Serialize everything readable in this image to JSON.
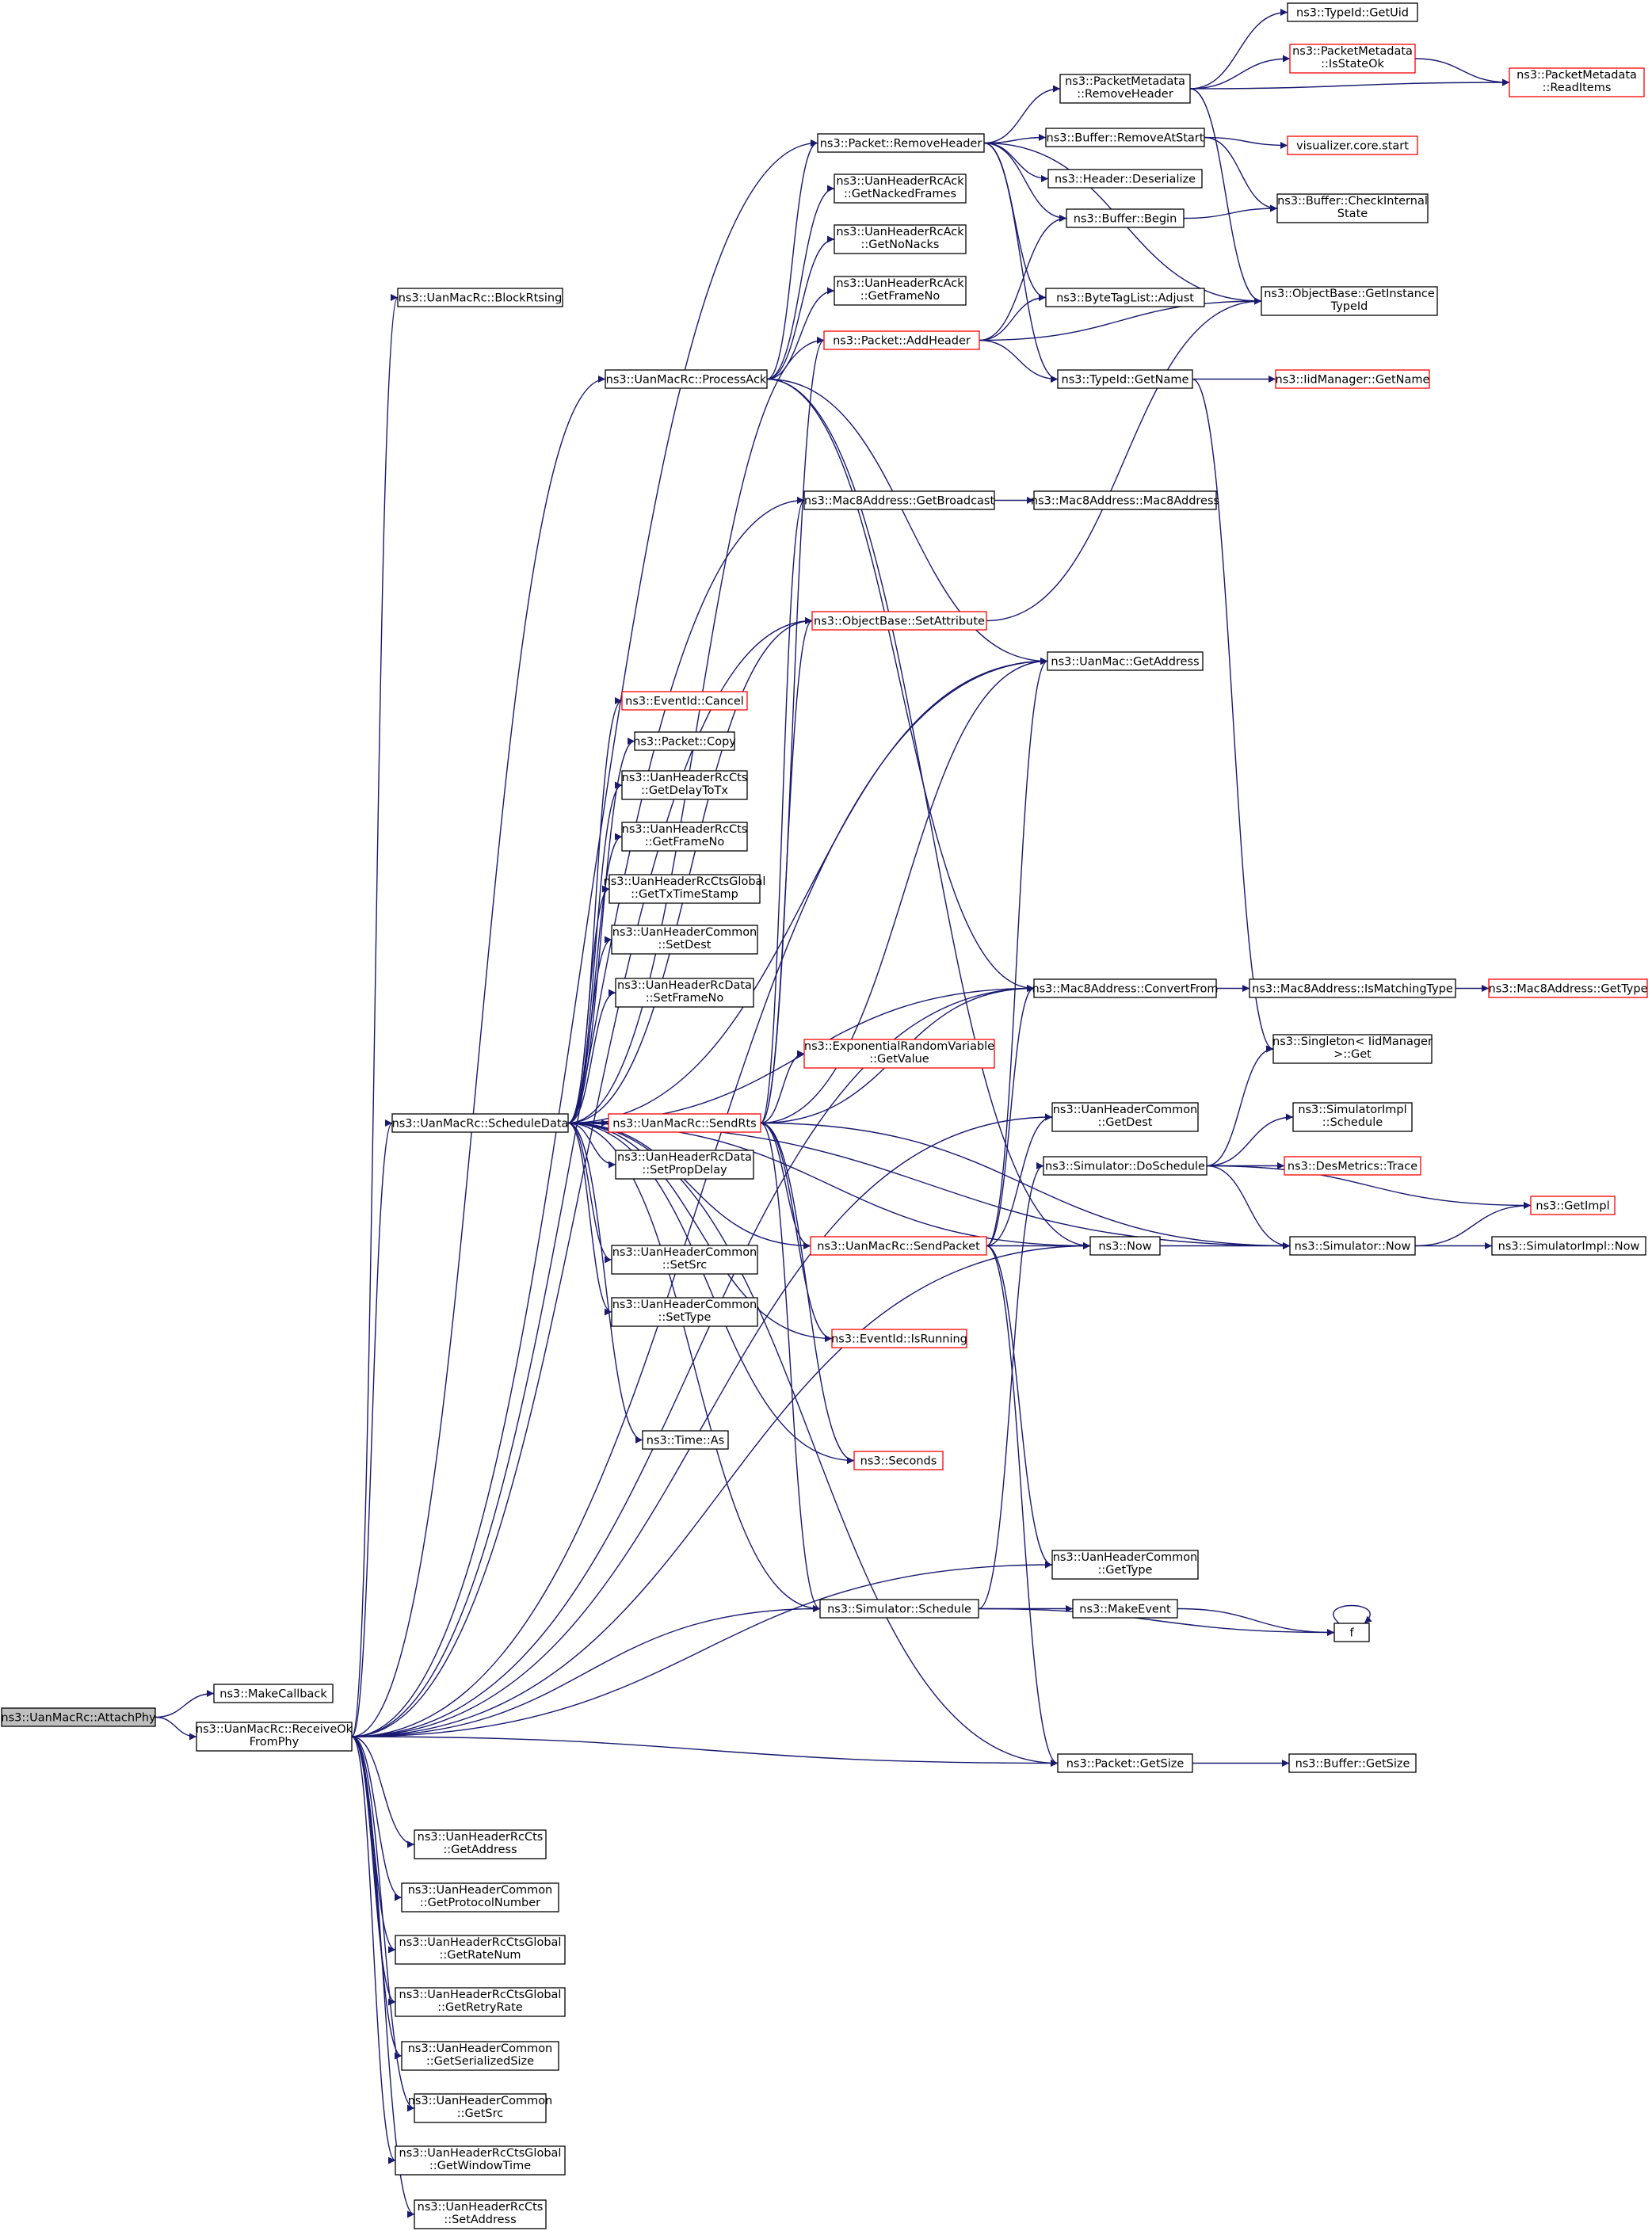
{
  "colors": {
    "edge": "#191970",
    "node_border": "#000000",
    "truncated_border": "#ff0000",
    "root_fill": "#bfbfbf",
    "background": "#ffffff"
  },
  "nodes": {
    "attachphy": [
      "ns3::UanMacRc::AttachPhy"
    ],
    "makecallback": [
      "ns3::MakeCallback"
    ],
    "receiveok": [
      "ns3::UanMacRc::ReceiveOk",
      "FromPhy"
    ],
    "blockrtsing": [
      "ns3::UanMacRc::BlockRtsing"
    ],
    "processack": [
      "ns3::UanMacRc::ProcessAck"
    ],
    "scheduledata": [
      "ns3::UanMacRc::ScheduleData"
    ],
    "removeheader": [
      "ns3::Packet::RemoveHeader"
    ],
    "getnackedframes": [
      "ns3::UanHeaderRcAck",
      "::GetNackedFrames"
    ],
    "getnonacks": [
      "ns3::UanHeaderRcAck",
      "::GetNoNacks"
    ],
    "getframenoack": [
      "ns3::UanHeaderRcAck",
      "::GetFrameNo"
    ],
    "addheader": [
      "ns3::Packet::AddHeader"
    ],
    "getbroadcast": [
      "ns3::Mac8Address::GetBroadcast"
    ],
    "setattribute": [
      "ns3::ObjectBase::SetAttribute"
    ],
    "cancel": [
      "ns3::EventId::Cancel"
    ],
    "copy": [
      "ns3::Packet::Copy"
    ],
    "getdelaytotx": [
      "ns3::UanHeaderRcCts",
      "::GetDelayToTx"
    ],
    "getframenocts": [
      "ns3::UanHeaderRcCts",
      "::GetFrameNo"
    ],
    "gettxtimestamp": [
      "ns3::UanHeaderRcCtsGlobal",
      "::GetTxTimeStamp"
    ],
    "setdest": [
      "ns3::UanHeaderCommon",
      "::SetDest"
    ],
    "setframeno": [
      "ns3::UanHeaderRcData",
      "::SetFrameNo"
    ],
    "getvalue": [
      "ns3::ExponentialRandomVariable",
      "::GetValue"
    ],
    "sendrts": [
      "ns3::UanMacRc::SendRts"
    ],
    "setpropdelay": [
      "ns3::UanHeaderRcData",
      "::SetPropDelay"
    ],
    "sendpacket": [
      "ns3::UanMacRc::SendPacket"
    ],
    "setsrc": [
      "ns3::UanHeaderCommon",
      "::SetSrc"
    ],
    "settype": [
      "ns3::UanHeaderCommon",
      "::SetType"
    ],
    "isrunning": [
      "ns3::EventId::IsRunning"
    ],
    "timeas": [
      "ns3::Time::As"
    ],
    "seconds": [
      "ns3::Seconds"
    ],
    "simschedule": [
      "ns3::Simulator::Schedule"
    ],
    "pmremoveheader": [
      "ns3::PacketMetadata",
      "::RemoveHeader"
    ],
    "bufremoveatstart": [
      "ns3::Buffer::RemoveAtStart"
    ],
    "hdrdeserialize": [
      "ns3::Header::Deserialize"
    ],
    "bufbegin": [
      "ns3::Buffer::Begin"
    ],
    "bytetagadjust": [
      "ns3::ByteTagList::Adjust"
    ],
    "typeidgetname": [
      "ns3::TypeId::GetName"
    ],
    "mac8addr": [
      "ns3::Mac8Address::Mac8Address"
    ],
    "uanmacgetaddress": [
      "ns3::UanMac::GetAddress"
    ],
    "convertfrom": [
      "ns3::Mac8Address::ConvertFrom"
    ],
    "getdest": [
      "ns3::UanHeaderCommon",
      "::GetDest"
    ],
    "doschedule": [
      "ns3::Simulator::DoSchedule"
    ],
    "now": [
      "ns3::Now"
    ],
    "gettype": [
      "ns3::UanHeaderCommon",
      "::GetType"
    ],
    "makeevent": [
      "ns3::MakeEvent"
    ],
    "getsize": [
      "ns3::Packet::GetSize"
    ],
    "getuid": [
      "ns3::TypeId::GetUid"
    ],
    "isstateok": [
      "ns3::PacketMetadata",
      "::IsStateOk"
    ],
    "readitems": [
      "ns3::PacketMetadata",
      "::ReadItems"
    ],
    "vizstart": [
      "visualizer.core.start"
    ],
    "checkinternal": [
      "ns3::Buffer::CheckInternal",
      "State"
    ],
    "getinstancetypeid": [
      "ns3::ObjectBase::GetInstance",
      "TypeId"
    ],
    "iidgetname": [
      "ns3::IidManager::GetName"
    ],
    "ismatchingtype": [
      "ns3::Mac8Address::IsMatchingType"
    ],
    "singletonget": [
      "ns3::Singleton< IidManager",
      " >::Get"
    ],
    "simimplschedule": [
      "ns3::SimulatorImpl",
      "::Schedule"
    ],
    "desmetrics": [
      "ns3::DesMetrics::Trace"
    ],
    "simnow": [
      "ns3::Simulator::Now"
    ],
    "f": [
      "f"
    ],
    "bufgetsize": [
      "ns3::Buffer::GetSize"
    ],
    "mac8gettype": [
      "ns3::Mac8Address::GetType"
    ],
    "getimpl": [
      "ns3::GetImpl"
    ],
    "simimplnow": [
      "ns3::SimulatorImpl::Now"
    ],
    "ctsgetaddress": [
      "ns3::UanHeaderRcCts",
      "::GetAddress"
    ],
    "getprotocolnumber": [
      "ns3::UanHeaderCommon",
      "::GetProtocolNumber"
    ],
    "getratenum": [
      "ns3::UanHeaderRcCtsGlobal",
      "::GetRateNum"
    ],
    "getretryrate": [
      "ns3::UanHeaderRcCtsGlobal",
      "::GetRetryRate"
    ],
    "getserializedsize": [
      "ns3::UanHeaderCommon",
      "::GetSerializedSize"
    ],
    "getsrc": [
      "ns3::UanHeaderCommon",
      "::GetSrc"
    ],
    "getwindowtime": [
      "ns3::UanHeaderRcCtsGlobal",
      "::GetWindowTime"
    ],
    "ctssetaddress": [
      "ns3::UanHeaderRcCts",
      "::SetAddress"
    ]
  },
  "edges": [
    [
      "attachphy",
      "makecallback"
    ],
    [
      "attachphy",
      "receiveok"
    ],
    [
      "receiveok",
      "blockrtsing"
    ],
    [
      "receiveok",
      "processack"
    ],
    [
      "receiveok",
      "removeheader"
    ],
    [
      "receiveok",
      "getbroadcast"
    ],
    [
      "receiveok",
      "setattribute"
    ],
    [
      "receiveok",
      "uanmacgetaddress"
    ],
    [
      "receiveok",
      "convertfrom"
    ],
    [
      "receiveok",
      "scheduledata"
    ],
    [
      "receiveok",
      "simschedule"
    ],
    [
      "receiveok",
      "getdest"
    ],
    [
      "receiveok",
      "now"
    ],
    [
      "receiveok",
      "gettype"
    ],
    [
      "receiveok",
      "getsize"
    ],
    [
      "receiveok",
      "ctsgetaddress"
    ],
    [
      "receiveok",
      "getprotocolnumber"
    ],
    [
      "receiveok",
      "getratenum"
    ],
    [
      "receiveok",
      "getretryrate"
    ],
    [
      "receiveok",
      "getserializedsize"
    ],
    [
      "receiveok",
      "getsrc"
    ],
    [
      "receiveok",
      "getwindowtime"
    ],
    [
      "receiveok",
      "ctssetaddress"
    ],
    [
      "processack",
      "removeheader"
    ],
    [
      "processack",
      "getnackedframes"
    ],
    [
      "processack",
      "getnonacks"
    ],
    [
      "processack",
      "getframenoack"
    ],
    [
      "processack",
      "uanmacgetaddress"
    ],
    [
      "processack",
      "convertfrom"
    ],
    [
      "processack",
      "now"
    ],
    [
      "scheduledata",
      "addheader"
    ],
    [
      "scheduledata",
      "setattribute"
    ],
    [
      "scheduledata",
      "uanmacgetaddress"
    ],
    [
      "scheduledata",
      "cancel"
    ],
    [
      "scheduledata",
      "copy"
    ],
    [
      "scheduledata",
      "getdelaytotx"
    ],
    [
      "scheduledata",
      "getframenocts"
    ],
    [
      "scheduledata",
      "gettxtimestamp"
    ],
    [
      "scheduledata",
      "setdest"
    ],
    [
      "scheduledata",
      "convertfrom"
    ],
    [
      "scheduledata",
      "setframeno"
    ],
    [
      "scheduledata",
      "sendrts"
    ],
    [
      "scheduledata",
      "setpropdelay"
    ],
    [
      "scheduledata",
      "sendpacket"
    ],
    [
      "scheduledata",
      "setsrc"
    ],
    [
      "scheduledata",
      "settype"
    ],
    [
      "scheduledata",
      "isrunning"
    ],
    [
      "scheduledata",
      "now"
    ],
    [
      "scheduledata",
      "timeas"
    ],
    [
      "scheduledata",
      "seconds"
    ],
    [
      "scheduledata",
      "simnow"
    ],
    [
      "scheduledata",
      "simschedule"
    ],
    [
      "scheduledata",
      "getsize"
    ],
    [
      "sendrts",
      "addheader"
    ],
    [
      "sendrts",
      "getbroadcast"
    ],
    [
      "sendrts",
      "setattribute"
    ],
    [
      "sendrts",
      "getvalue"
    ],
    [
      "sendrts",
      "uanmacgetaddress"
    ],
    [
      "sendrts",
      "convertfrom"
    ],
    [
      "sendrts",
      "sendpacket"
    ],
    [
      "sendrts",
      "isrunning"
    ],
    [
      "sendrts",
      "seconds"
    ],
    [
      "sendrts",
      "simschedule"
    ],
    [
      "sendrts",
      "simnow"
    ],
    [
      "sendpacket",
      "uanmacgetaddress"
    ],
    [
      "sendpacket",
      "convertfrom"
    ],
    [
      "sendpacket",
      "getdest"
    ],
    [
      "sendpacket",
      "now"
    ],
    [
      "sendpacket",
      "gettype"
    ],
    [
      "sendpacket",
      "getsize"
    ],
    [
      "removeheader",
      "pmremoveheader"
    ],
    [
      "removeheader",
      "bufremoveatstart"
    ],
    [
      "removeheader",
      "hdrdeserialize"
    ],
    [
      "removeheader",
      "bufbegin"
    ],
    [
      "removeheader",
      "bytetagadjust"
    ],
    [
      "removeheader",
      "getinstancetypeid"
    ],
    [
      "removeheader",
      "typeidgetname"
    ],
    [
      "addheader",
      "bufbegin"
    ],
    [
      "addheader",
      "bytetagadjust"
    ],
    [
      "addheader",
      "getinstancetypeid"
    ],
    [
      "addheader",
      "typeidgetname"
    ],
    [
      "pmremoveheader",
      "getuid"
    ],
    [
      "pmremoveheader",
      "isstateok"
    ],
    [
      "pmremoveheader",
      "readitems"
    ],
    [
      "pmremoveheader",
      "getinstancetypeid"
    ],
    [
      "isstateok",
      "readitems"
    ],
    [
      "bufremoveatstart",
      "vizstart"
    ],
    [
      "bufremoveatstart",
      "checkinternal"
    ],
    [
      "bufbegin",
      "checkinternal"
    ],
    [
      "typeidgetname",
      "iidgetname"
    ],
    [
      "typeidgetname",
      "singletonget"
    ],
    [
      "setattribute",
      "getinstancetypeid"
    ],
    [
      "getbroadcast",
      "mac8addr"
    ],
    [
      "convertfrom",
      "ismatchingtype"
    ],
    [
      "ismatchingtype",
      "mac8gettype"
    ],
    [
      "simschedule",
      "doschedule"
    ],
    [
      "simschedule",
      "makeevent"
    ],
    [
      "simschedule",
      "f"
    ],
    [
      "makeevent",
      "f"
    ],
    [
      "f",
      "f"
    ],
    [
      "doschedule",
      "singletonget"
    ],
    [
      "doschedule",
      "simimplschedule"
    ],
    [
      "doschedule",
      "desmetrics"
    ],
    [
      "doschedule",
      "getimpl"
    ],
    [
      "doschedule",
      "simnow"
    ],
    [
      "now",
      "simnow"
    ],
    [
      "simnow",
      "getimpl"
    ],
    [
      "simnow",
      "simimplnow"
    ],
    [
      "getsize",
      "bufgetsize"
    ]
  ]
}
